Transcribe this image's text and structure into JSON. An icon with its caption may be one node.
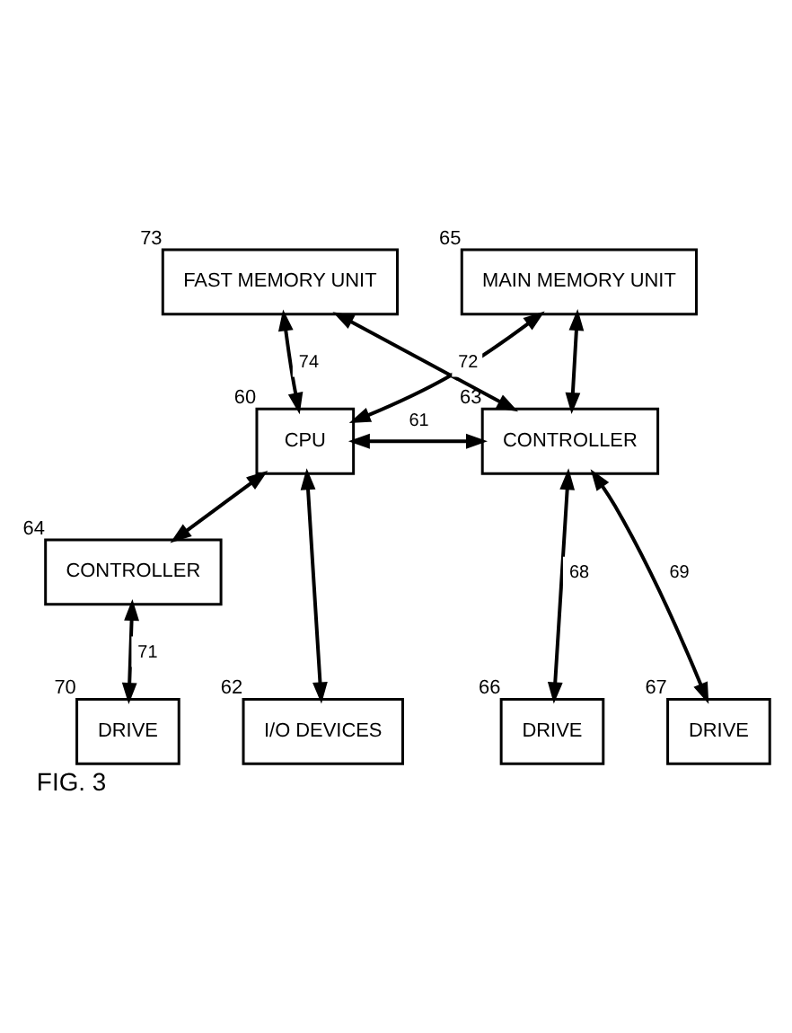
{
  "diagram": {
    "caption": "FIG. 3",
    "nodes": [
      {
        "text": [
          "FAST MEMORY UNIT"
        ],
        "beside": [
          "73"
        ]
      },
      {
        "text": [
          "MAIN MEMORY UNIT"
        ],
        "beside": [
          "65"
        ]
      },
      {
        "text": [
          "CONTROLLER"
        ],
        "beside": [
          "64"
        ]
      },
      {
        "text": [
          "DRIVE"
        ],
        "beside": [
          "70"
        ]
      },
      {
        "text": [
          "CPU"
        ],
        "beside": [
          "60"
        ]
      },
      {
        "text": [
          "CONTROLLER"
        ],
        "beside": [
          "63"
        ]
      },
      {
        "text": [
          "I/O DEVICES"
        ],
        "beside": [
          "62"
        ]
      },
      {
        "text": [
          "DRIVE"
        ],
        "beside": [
          "66"
        ]
      },
      {
        "text": [
          "DRIVE"
        ],
        "beside": [
          "67"
        ]
      }
    ],
    "edges": [
      {
        "from": 5,
        "to": 0,
        "arrow": "both",
        "label": "72"
      },
      {
        "from": 5,
        "to": 1,
        "arrow": "both"
      },
      {
        "from": 0,
        "to": 4,
        "arrow": "both",
        "label": "74"
      },
      {
        "from": 4,
        "to": 5,
        "arrow": "both",
        "label": "61"
      },
      {
        "from": 4,
        "to": 1,
        "arrow": "both"
      },
      {
        "from": 4,
        "to": 6,
        "arrow": "both"
      },
      {
        "from": 4,
        "to": 2,
        "arrow": "both"
      },
      {
        "from": 2,
        "to": 3,
        "arrow": "both",
        "label": "71"
      },
      {
        "from": 5,
        "to": 7,
        "arrow": "both",
        "label": "68"
      },
      {
        "from": 5,
        "to": 8,
        "arrow": "both",
        "label": "69"
      }
    ]
  }
}
